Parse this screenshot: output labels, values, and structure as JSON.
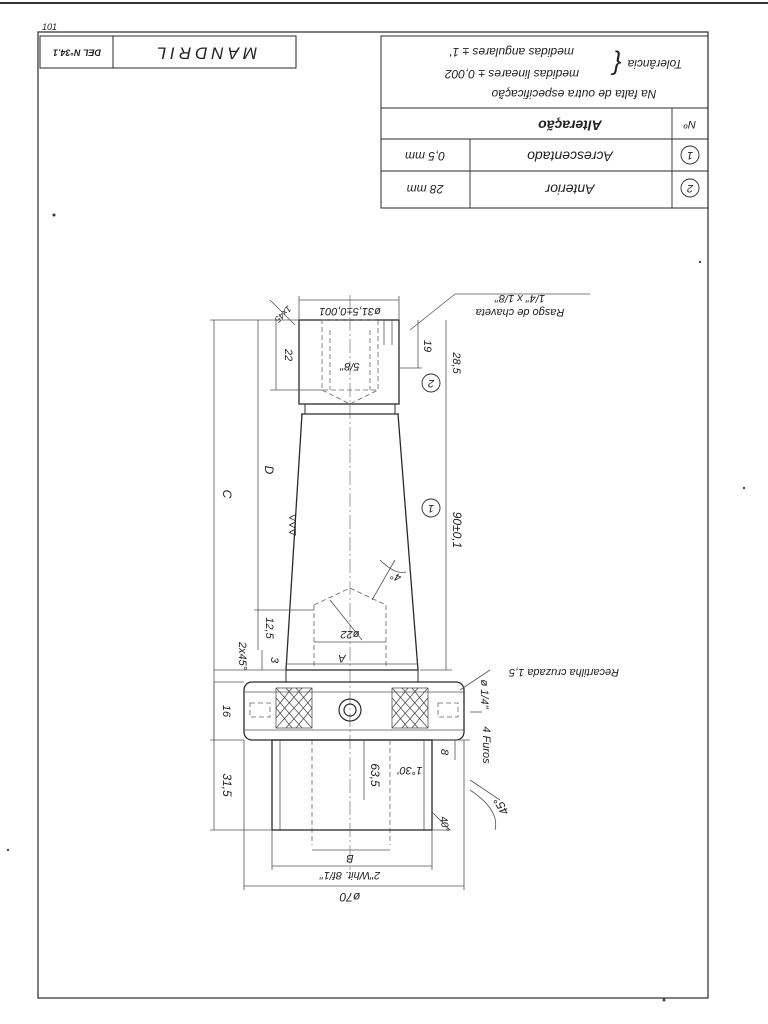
{
  "title_block": {
    "title": "MANDRIL",
    "drawing_number": "DEL N°34.1",
    "corner_number": "101"
  },
  "tolerance_block": {
    "note": "Na falta de outra especificação",
    "label": "Tolerância",
    "linear": "medidas lineares ± 0,002",
    "angular": "medidas angulares ± 1'"
  },
  "revision_table": {
    "header_no": "Nº",
    "header_change": "Alteração",
    "rows": [
      {
        "no": "1",
        "change": "Acrescentado",
        "value": "0,5 mm"
      },
      {
        "no": "2",
        "change": "Anterior",
        "value": "28 mm"
      }
    ]
  },
  "dimensions": {
    "key_slot": "Rasgo de chaveta",
    "key_size": "1/4\" x 1/8\"",
    "top_dia": "ø31,5±0,001",
    "thread_inner": "5/8\"",
    "d22_top": "22",
    "d19": "19",
    "d28_5": "28,5",
    "rev2": "2",
    "rev1": "1",
    "c": "C",
    "d": "D",
    "d90": "90±0,1",
    "angle4": "4°",
    "d12_5": "12,5",
    "dia22": "ø22",
    "a": "A",
    "chamfer": "2x45°",
    "d3": "3",
    "d16": "16",
    "d31_5": "31,5",
    "d8": "8",
    "d63_5": "63,5",
    "angle130": "1°30'",
    "d40": "40°",
    "angle45": "45°",
    "b": "B",
    "thread_outer": "2\"Whit. 8f/1\"",
    "dia70": "ø70",
    "holes": "4 Furos",
    "hole_dia": "ø 1/4\"",
    "knurl": "Recartilha cruzada 1,5"
  }
}
